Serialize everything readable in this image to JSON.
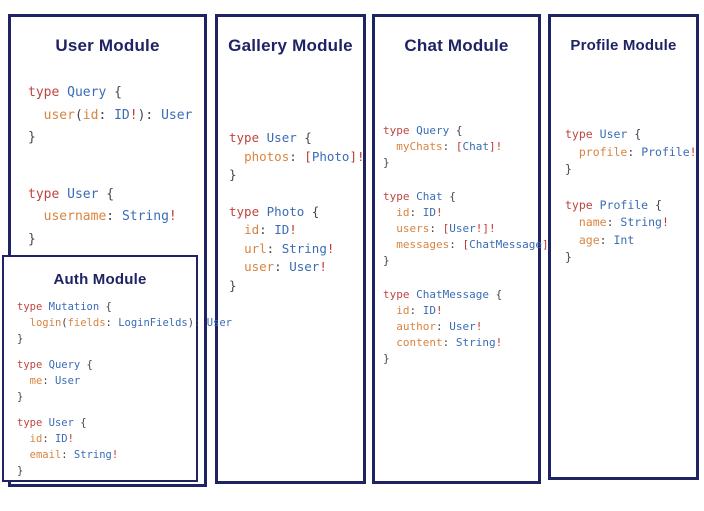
{
  "palette": {
    "navy": "#1f2363",
    "kw": "#bd4540",
    "ty": "#3a6cb5",
    "fl": "#d98440",
    "pu": "#45464c",
    "bg": "#c2382f"
  },
  "modules": [
    {
      "key": "user",
      "title": "User Module",
      "blocks": [
        [
          [
            [
              "k",
              "type"
            ],
            [
              "p",
              " "
            ],
            [
              "t",
              "Query"
            ],
            [
              "p",
              " {"
            ]
          ],
          [
            [
              "p",
              "  "
            ],
            [
              "f",
              "user"
            ],
            [
              "p",
              "("
            ],
            [
              "f",
              "id"
            ],
            [
              "p",
              ": "
            ],
            [
              "t",
              "ID"
            ],
            [
              "b",
              "!"
            ],
            [
              "p",
              "): "
            ],
            [
              "t",
              "User"
            ]
          ],
          [
            [
              "p",
              "}"
            ]
          ]
        ],
        [
          [
            [
              "k",
              "type"
            ],
            [
              "p",
              " "
            ],
            [
              "t",
              "User"
            ],
            [
              "p",
              " {"
            ]
          ],
          [
            [
              "p",
              "  "
            ],
            [
              "f",
              "username"
            ],
            [
              "p",
              ": "
            ],
            [
              "t",
              "String"
            ],
            [
              "b",
              "!"
            ]
          ],
          [
            [
              "p",
              "}"
            ]
          ]
        ]
      ]
    },
    {
      "key": "gallery",
      "title": "Gallery Module",
      "blocks": [
        [
          [
            [
              "k",
              "type"
            ],
            [
              "p",
              " "
            ],
            [
              "t",
              "User"
            ],
            [
              "p",
              " {"
            ]
          ],
          [
            [
              "p",
              "  "
            ],
            [
              "f",
              "photos"
            ],
            [
              "p",
              ": "
            ],
            [
              "b",
              "["
            ],
            [
              "t",
              "Photo"
            ],
            [
              "b",
              "]"
            ],
            [
              "b",
              "!"
            ]
          ],
          [
            [
              "p",
              "}"
            ]
          ]
        ],
        [
          [
            [
              "k",
              "type"
            ],
            [
              "p",
              " "
            ],
            [
              "t",
              "Photo"
            ],
            [
              "p",
              " {"
            ]
          ],
          [
            [
              "p",
              "  "
            ],
            [
              "f",
              "id"
            ],
            [
              "p",
              ": "
            ],
            [
              "t",
              "ID"
            ],
            [
              "b",
              "!"
            ]
          ],
          [
            [
              "p",
              "  "
            ],
            [
              "f",
              "url"
            ],
            [
              "p",
              ": "
            ],
            [
              "t",
              "String"
            ],
            [
              "b",
              "!"
            ]
          ],
          [
            [
              "p",
              "  "
            ],
            [
              "f",
              "user"
            ],
            [
              "p",
              ": "
            ],
            [
              "t",
              "User"
            ],
            [
              "b",
              "!"
            ]
          ],
          [
            [
              "p",
              "}"
            ]
          ]
        ]
      ]
    },
    {
      "key": "chat",
      "title": "Chat Module",
      "blocks": [
        [
          [
            [
              "k",
              "type"
            ],
            [
              "p",
              " "
            ],
            [
              "t",
              "Query"
            ],
            [
              "p",
              " {"
            ]
          ],
          [
            [
              "p",
              "  "
            ],
            [
              "f",
              "myChats"
            ],
            [
              "p",
              ": "
            ],
            [
              "b",
              "["
            ],
            [
              "t",
              "Chat"
            ],
            [
              "b",
              "]"
            ],
            [
              "b",
              "!"
            ]
          ],
          [
            [
              "p",
              "}"
            ]
          ]
        ],
        [
          [
            [
              "k",
              "type"
            ],
            [
              "p",
              " "
            ],
            [
              "t",
              "Chat"
            ],
            [
              "p",
              " {"
            ]
          ],
          [
            [
              "p",
              "  "
            ],
            [
              "f",
              "id"
            ],
            [
              "p",
              ": "
            ],
            [
              "t",
              "ID"
            ],
            [
              "b",
              "!"
            ]
          ],
          [
            [
              "p",
              "  "
            ],
            [
              "f",
              "users"
            ],
            [
              "p",
              ": "
            ],
            [
              "b",
              "["
            ],
            [
              "t",
              "User"
            ],
            [
              "b",
              "!"
            ],
            [
              "b",
              "]"
            ],
            [
              "b",
              "!"
            ]
          ],
          [
            [
              "p",
              "  "
            ],
            [
              "f",
              "messages"
            ],
            [
              "p",
              ": "
            ],
            [
              "b",
              "["
            ],
            [
              "t",
              "ChatMessage"
            ],
            [
              "b",
              "]"
            ],
            [
              "b",
              "!"
            ]
          ],
          [
            [
              "p",
              "}"
            ]
          ]
        ],
        [
          [
            [
              "k",
              "type"
            ],
            [
              "p",
              " "
            ],
            [
              "t",
              "ChatMessage"
            ],
            [
              "p",
              " {"
            ]
          ],
          [
            [
              "p",
              "  "
            ],
            [
              "f",
              "id"
            ],
            [
              "p",
              ": "
            ],
            [
              "t",
              "ID"
            ],
            [
              "b",
              "!"
            ]
          ],
          [
            [
              "p",
              "  "
            ],
            [
              "f",
              "author"
            ],
            [
              "p",
              ": "
            ],
            [
              "t",
              "User"
            ],
            [
              "b",
              "!"
            ]
          ],
          [
            [
              "p",
              "  "
            ],
            [
              "f",
              "content"
            ],
            [
              "p",
              ": "
            ],
            [
              "t",
              "String"
            ],
            [
              "b",
              "!"
            ]
          ],
          [
            [
              "p",
              "}"
            ]
          ]
        ]
      ]
    },
    {
      "key": "profile",
      "title": "Profile Module",
      "blocks": [
        [
          [
            [
              "k",
              "type"
            ],
            [
              "p",
              " "
            ],
            [
              "t",
              "User"
            ],
            [
              "p",
              " {"
            ]
          ],
          [
            [
              "p",
              "  "
            ],
            [
              "f",
              "profile"
            ],
            [
              "p",
              ": "
            ],
            [
              "t",
              "Profile"
            ],
            [
              "b",
              "!"
            ]
          ],
          [
            [
              "p",
              "}"
            ]
          ]
        ],
        [
          [
            [
              "k",
              "type"
            ],
            [
              "p",
              " "
            ],
            [
              "t",
              "Profile"
            ],
            [
              "p",
              " {"
            ]
          ],
          [
            [
              "p",
              "  "
            ],
            [
              "f",
              "name"
            ],
            [
              "p",
              ": "
            ],
            [
              "t",
              "String"
            ],
            [
              "b",
              "!"
            ]
          ],
          [
            [
              "p",
              "  "
            ],
            [
              "f",
              "age"
            ],
            [
              "p",
              ": "
            ],
            [
              "t",
              "Int"
            ]
          ],
          [
            [
              "p",
              "}"
            ]
          ]
        ]
      ]
    },
    {
      "key": "auth",
      "title": "Auth Module",
      "blocks": [
        [
          [
            [
              "k",
              "type"
            ],
            [
              "p",
              " "
            ],
            [
              "t",
              "Mutation"
            ],
            [
              "p",
              " {"
            ]
          ],
          [
            [
              "p",
              "  "
            ],
            [
              "f",
              "login"
            ],
            [
              "p",
              "("
            ],
            [
              "f",
              "fields"
            ],
            [
              "p",
              ": "
            ],
            [
              "t",
              "LoginFields"
            ],
            [
              "p",
              "): "
            ],
            [
              "t",
              "User"
            ]
          ],
          [
            [
              "p",
              "}"
            ]
          ]
        ],
        [
          [
            [
              "k",
              "type"
            ],
            [
              "p",
              " "
            ],
            [
              "t",
              "Query"
            ],
            [
              "p",
              " {"
            ]
          ],
          [
            [
              "p",
              "  "
            ],
            [
              "f",
              "me"
            ],
            [
              "p",
              ": "
            ],
            [
              "t",
              "User"
            ]
          ],
          [
            [
              "p",
              "}"
            ]
          ]
        ],
        [
          [
            [
              "k",
              "type"
            ],
            [
              "p",
              " "
            ],
            [
              "t",
              "User"
            ],
            [
              "p",
              " {"
            ]
          ],
          [
            [
              "p",
              "  "
            ],
            [
              "f",
              "id"
            ],
            [
              "p",
              ": "
            ],
            [
              "t",
              "ID"
            ],
            [
              "b",
              "!"
            ]
          ],
          [
            [
              "p",
              "  "
            ],
            [
              "f",
              "email"
            ],
            [
              "p",
              ": "
            ],
            [
              "t",
              "String"
            ],
            [
              "b",
              "!"
            ]
          ],
          [
            [
              "p",
              "}"
            ]
          ]
        ]
      ]
    }
  ]
}
